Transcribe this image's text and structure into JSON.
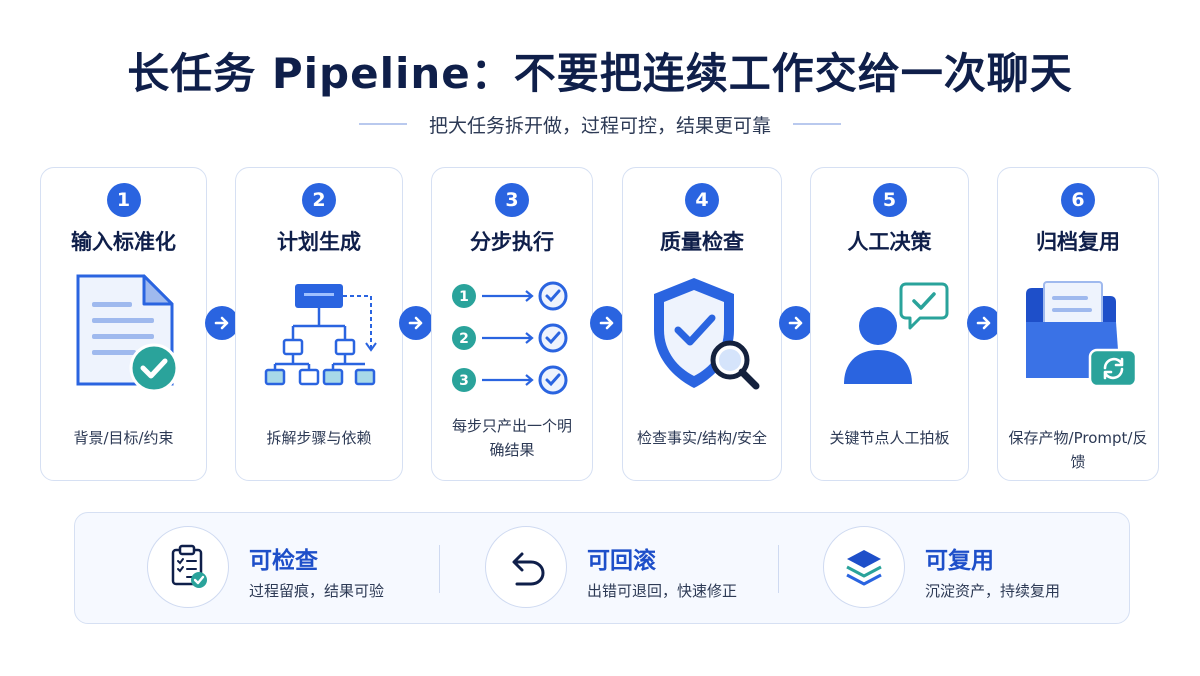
{
  "title": "长任务 Pipeline：不要把连续工作交给一次聊天",
  "subtitle": "把大任务拆开做，过程可控，结果更可靠",
  "steps": [
    {
      "num": "1",
      "title": "输入标准化",
      "desc": "背景/目标/约束",
      "icon": "document-check-icon"
    },
    {
      "num": "2",
      "title": "计划生成",
      "desc": "拆解步骤与依赖",
      "icon": "flowchart-icon"
    },
    {
      "num": "3",
      "title": "分步执行",
      "desc": "每步只产出一个明确结果",
      "icon": "steps-checklist-icon"
    },
    {
      "num": "4",
      "title": "质量检查",
      "desc": "检查事实/结构/安全",
      "icon": "shield-magnifier-icon"
    },
    {
      "num": "5",
      "title": "人工决策",
      "desc": "关键节点人工拍板",
      "icon": "person-approval-icon"
    },
    {
      "num": "6",
      "title": "归档复用",
      "desc": "保存产物/Prompt/反馈",
      "icon": "folder-reuse-icon"
    }
  ],
  "step3_numbers": [
    "1",
    "2",
    "3"
  ],
  "features": [
    {
      "title": "可检查",
      "desc": "过程留痕，结果可验",
      "icon": "clipboard-check-icon"
    },
    {
      "title": "可回滚",
      "desc": "出错可退回，快速修正",
      "icon": "undo-arrow-icon"
    },
    {
      "title": "可复用",
      "desc": "沉淀资产，持续复用",
      "icon": "layers-icon"
    }
  ],
  "colors": {
    "accent": "#2a64e0",
    "teal": "#2aa39b",
    "border": "#d6e0f3",
    "title": "#0f1f4a"
  }
}
